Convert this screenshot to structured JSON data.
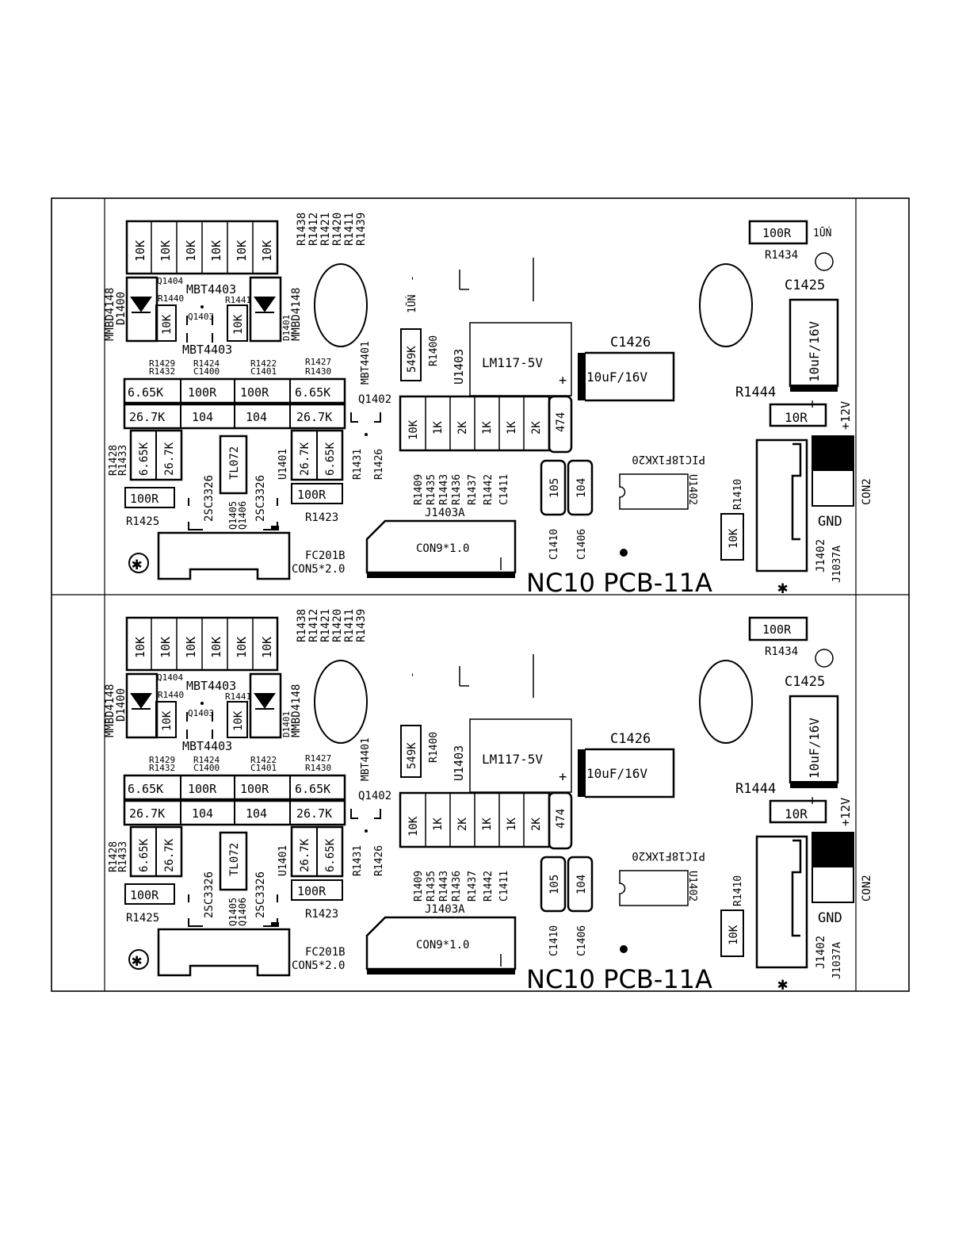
{
  "board": {
    "title": "NC10 PCB-11A",
    "star": "✱"
  },
  "resistors_top": [
    "10K",
    "10K",
    "10K",
    "10K",
    "10K",
    "10K"
  ],
  "refs_top_right": [
    "R1438",
    "R1412",
    "R1421",
    "R1420",
    "R1411",
    "R1439"
  ],
  "diode_left": [
    "MMBD4148",
    "D1400"
  ],
  "diode_right": [
    "D1401",
    "MMBD4148"
  ],
  "q1404": "Q1404",
  "mbt4403_top": "MBT4403",
  "mbt4403_bot": "MBT4403",
  "r1440": "R1440",
  "r1441": "R1441",
  "q1403": "Q1403",
  "r1440_val": "10K",
  "r1441_val": "10K",
  "mbt4401": "MBT4401",
  "labels_row1": [
    "R1429",
    "R1432",
    "R1424",
    "C1400",
    "R1422",
    "C1401",
    "R1427",
    "R1430"
  ],
  "row_a_vals": [
    "6.65K",
    "100R",
    "100R",
    "6.65K"
  ],
  "row_b_vals": [
    "26.7K",
    "104",
    "104",
    "26.7K"
  ],
  "r1428": "R1428",
  "r1433": "R1433",
  "left_vert_vals": [
    "6.65K",
    "26.7K"
  ],
  "sc3326_left": "2SC3326",
  "sc3326_right": "2SC3326",
  "tl072": "TL072",
  "q1405": "Q1405",
  "q1406": "Q1406",
  "u1401": "U1401",
  "right_vert_vals": [
    "26.7K",
    "6.65K"
  ],
  "r1425_val": "100R",
  "r1425": "R1425",
  "r1423_val": "100R",
  "r1423": "R1423",
  "fc201b": "FC201B",
  "con5": "CON5*2.0",
  "q1402": "Q1402",
  "r1431": "R1431",
  "r1426": "R1426",
  "r1400": "R1400",
  "r1400_val": "549K",
  "u1403": "U1403",
  "lm117": "LM117-5V",
  "c1426": "C1426",
  "c1426_val": "10uF/16V",
  "plus": "+",
  "row_res_vals": [
    "10K",
    "1K",
    "2K",
    "1K",
    "1K",
    "2K"
  ],
  "c474": "474",
  "refs_mid": [
    "R1409",
    "R1435",
    "R1443",
    "R1436",
    "R1437",
    "R1442",
    "C1411"
  ],
  "j1403a": "J1403A",
  "con9": "CON9*1.0",
  "c1410_val": "105",
  "c1406_val": "104",
  "c1410": "C1410",
  "c1406": "C1406",
  "pic_label": "PIC18F1XK20",
  "u1402": "U1402",
  "r1434_val": "100R",
  "r1434": "R1434",
  "c1425": "C1425",
  "c1425_val": "10uF/16V",
  "r1444": "R1444",
  "r1444_val": "10R",
  "plus12v": "+12V",
  "con2": "CON2",
  "gnd": "GND",
  "r1410": "R1410",
  "r1410_val": "10K",
  "j1402": "J1402",
  "j1037a": "J1037A",
  "mark_top": "1ŪŃ",
  "dash": "-"
}
